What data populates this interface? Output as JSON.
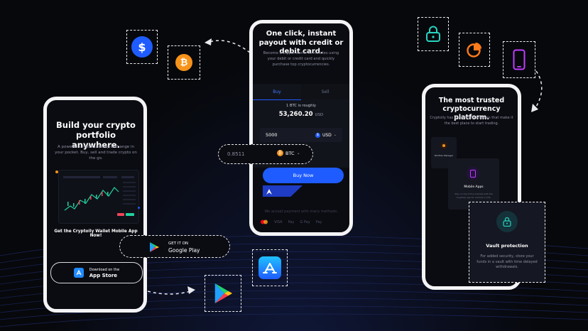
{
  "left_phone": {
    "title": "Build your crypto portfolio anywhere.",
    "subtitle": "A powerful cryptocurrency exchange in your pocket. Buy, sell and trade crypto on the go.",
    "cta": "Get the Cryptolly Wallet Mobile App Now!",
    "app_store_top": "Download on the",
    "app_store_bottom": "App Store"
  },
  "google_play": {
    "top": "GET IT ON",
    "bottom": "Google Play"
  },
  "center_phone": {
    "title": "One click, instant payout with credit or debit card.",
    "subtitle": "Become a crypto owner in minutes using your debit or credit card and quickly purchase top cryptocurrencies.",
    "tab_buy": "Buy",
    "tab_sell": "Sell",
    "rate_label": "1 BTC is roughly",
    "rate_value": "53,260.20",
    "rate_currency": "USD",
    "amount_value": "5000",
    "amount_currency": "USD",
    "buy_button": "Buy Now",
    "payment_note": "We accept payment with many methods:",
    "payment_methods": [
      "VISA",
      "Pay",
      "G Pay",
      "Pay"
    ]
  },
  "btc_pill": {
    "value": "0.8511",
    "currency": "BTC"
  },
  "right_phone": {
    "title": "The most trusted cryptocurrency platform.",
    "subtitle": "Cryptolly has a variety of features that make it the best place to start trading.",
    "card_portfolio": "Portfolio Manager",
    "card_mobile": "Mobile Apps",
    "card_mobile_text": "Stay on top of the markets with the Cryptolly app for Android or iOS.",
    "card_vault_title": "Vault protection",
    "card_vault_text": "For added security, store your funds in a vault with time delayed withdrawals."
  },
  "icons": {
    "dollar": "dollar-icon",
    "bitcoin": "bitcoin-icon",
    "lock": "lock-icon",
    "pie": "pie-chart-icon",
    "mobile": "mobile-phone-icon",
    "app_store": "app-store-icon",
    "google_play": "google-play-icon"
  },
  "colors": {
    "accent_blue": "#1f5cff",
    "bitcoin_orange": "#f7931a",
    "lock_teal": "#28d4c0",
    "pie_orange": "#ff7a1a",
    "phone_purple": "#c03cff",
    "positive_green": "#21d19f",
    "negative_red": "#f0455a"
  }
}
